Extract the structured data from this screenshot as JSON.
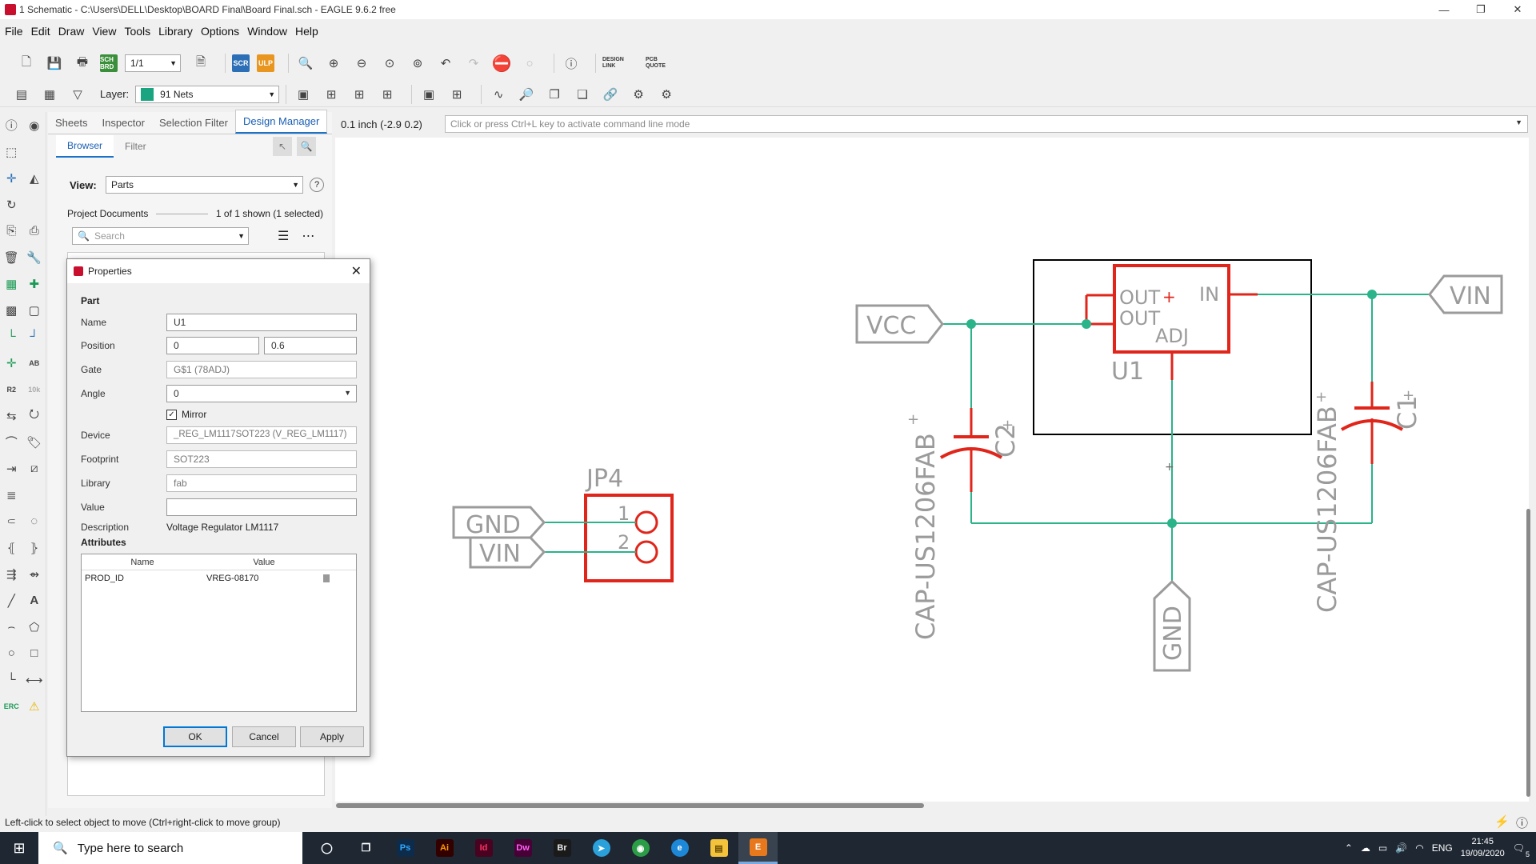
{
  "window": {
    "title": "1 Schematic - C:\\Users\\DELL\\Desktop\\BOARD Final\\Board Final.sch - EAGLE 9.6.2 free",
    "minimize": "—",
    "maximize": "❐",
    "close": "✕"
  },
  "menu": [
    "File",
    "Edit",
    "Draw",
    "View",
    "Tools",
    "Library",
    "Options",
    "Window",
    "Help"
  ],
  "toolbar": {
    "sheet_value": "1/1",
    "design_link": "DESIGN LINK",
    "pcb_quote": "PCB QUOTE",
    "scr_label": "SCR",
    "ulp_label": "ULP",
    "sch_brd_label": "SCH BRD"
  },
  "toolbar2": {
    "layer_label": "Layer:",
    "layer_value": "91 Nets",
    "layer_color": "#1aa580"
  },
  "panel": {
    "tabs": [
      "Sheets",
      "Inspector",
      "Selection Filter",
      "Design Manager"
    ],
    "subtabs": [
      "Browser",
      "Filter"
    ],
    "view_label": "View:",
    "view_value": "Parts",
    "project_docs": "Project Documents",
    "shown_count": "1 of 1 shown (1 selected)",
    "search_placeholder": "Search"
  },
  "coord_readout": "0.1 inch (-2.9 0.2)",
  "command_hint": "Click or press Ctrl+L key to activate command line mode",
  "dialog": {
    "title": "Properties",
    "section_part": "Part",
    "name_label": "Name",
    "name_value": "U1",
    "position_label": "Position",
    "position_x": "0",
    "position_y": "0.6",
    "gate_label": "Gate",
    "gate_value": "G$1 (78ADJ)",
    "angle_label": "Angle",
    "angle_value": "0",
    "mirror_label": "Mirror",
    "mirror_checked": true,
    "device_label": "Device",
    "device_value": "_REG_LM1117SOT223 (V_REG_LM1117)",
    "footprint_label": "Footprint",
    "footprint_value": "SOT223",
    "library_label": "Library",
    "library_value": "fab",
    "value_label": "Value",
    "value_value": "",
    "description_label": "Description",
    "description_value": "Voltage Regulator LM1117",
    "section_attributes": "Attributes",
    "attr_headers": [
      "Name",
      "Value"
    ],
    "attributes": [
      {
        "name": "PROD_ID",
        "value": "VREG-08170"
      }
    ],
    "ok": "OK",
    "cancel": "Cancel",
    "apply": "Apply"
  },
  "schematic": {
    "colors": {
      "net": "#2bb38a",
      "part": "#e0251b",
      "frame": "#9b9b9b",
      "outline": "#000000"
    },
    "labels": {
      "vcc": "VCC",
      "vin_right": "VIN",
      "gnd_bottom": "GND",
      "gnd_jp": "GND",
      "vin_jp": "VIN",
      "jp4": "JP4",
      "pin1": "1",
      "pin2": "2",
      "u1": "U1",
      "out1": "OUT",
      "out2": "OUT",
      "in": "IN",
      "adj": "ADJ",
      "c1": "C1",
      "c2": "C2",
      "cap_left": "CAP-US1206FAB",
      "cap_right": "CAP-US1206FAB"
    }
  },
  "status": {
    "hint": "Left-click to select object to move (Ctrl+right-click to move group)"
  },
  "taskbar": {
    "search_placeholder": "Type here to search",
    "apps": [
      "Ps",
      "Ai",
      "Id",
      "Dw",
      "Br"
    ],
    "lang": "ENG",
    "time": "21:45",
    "date": "19/09/2020",
    "notifications": "5"
  }
}
